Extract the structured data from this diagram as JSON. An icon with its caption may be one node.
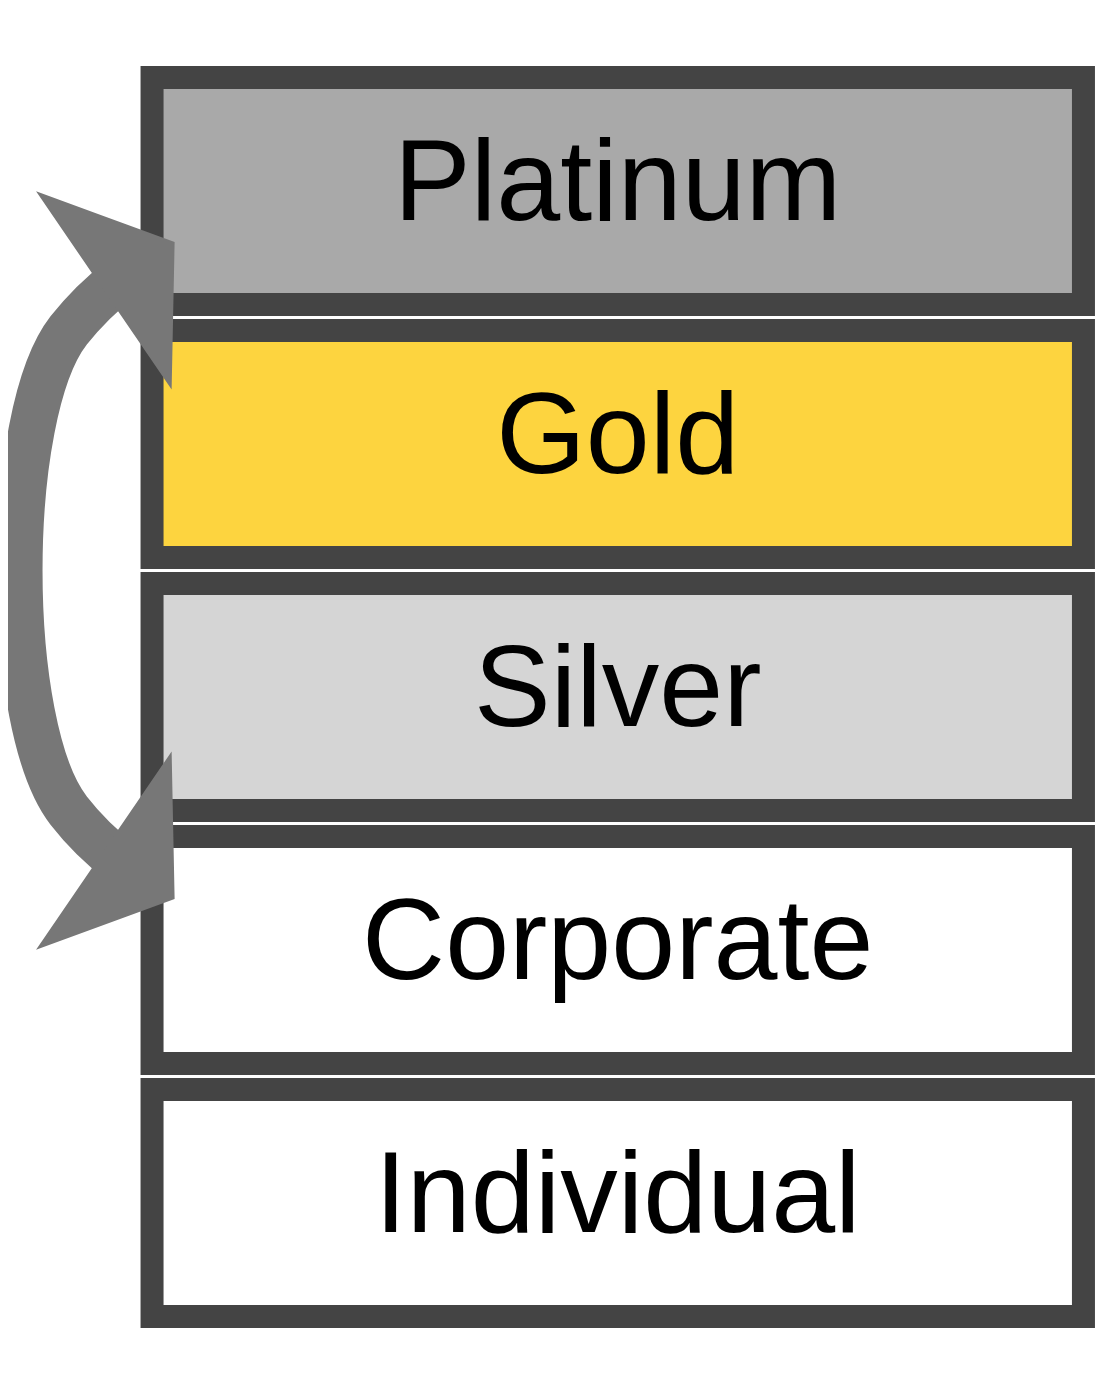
{
  "diagram": {
    "nodes": [
      {
        "text": [
          "Platinum"
        ]
      },
      {
        "text": [
          "Gold"
        ]
      },
      {
        "text": [
          "Silver"
        ]
      },
      {
        "text": [
          "Corporate"
        ]
      },
      {
        "text": [
          "Individual"
        ]
      }
    ],
    "edges": [
      {
        "from": 3,
        "to": 0,
        "arrow": "both",
        "color": "#777777"
      }
    ]
  }
}
